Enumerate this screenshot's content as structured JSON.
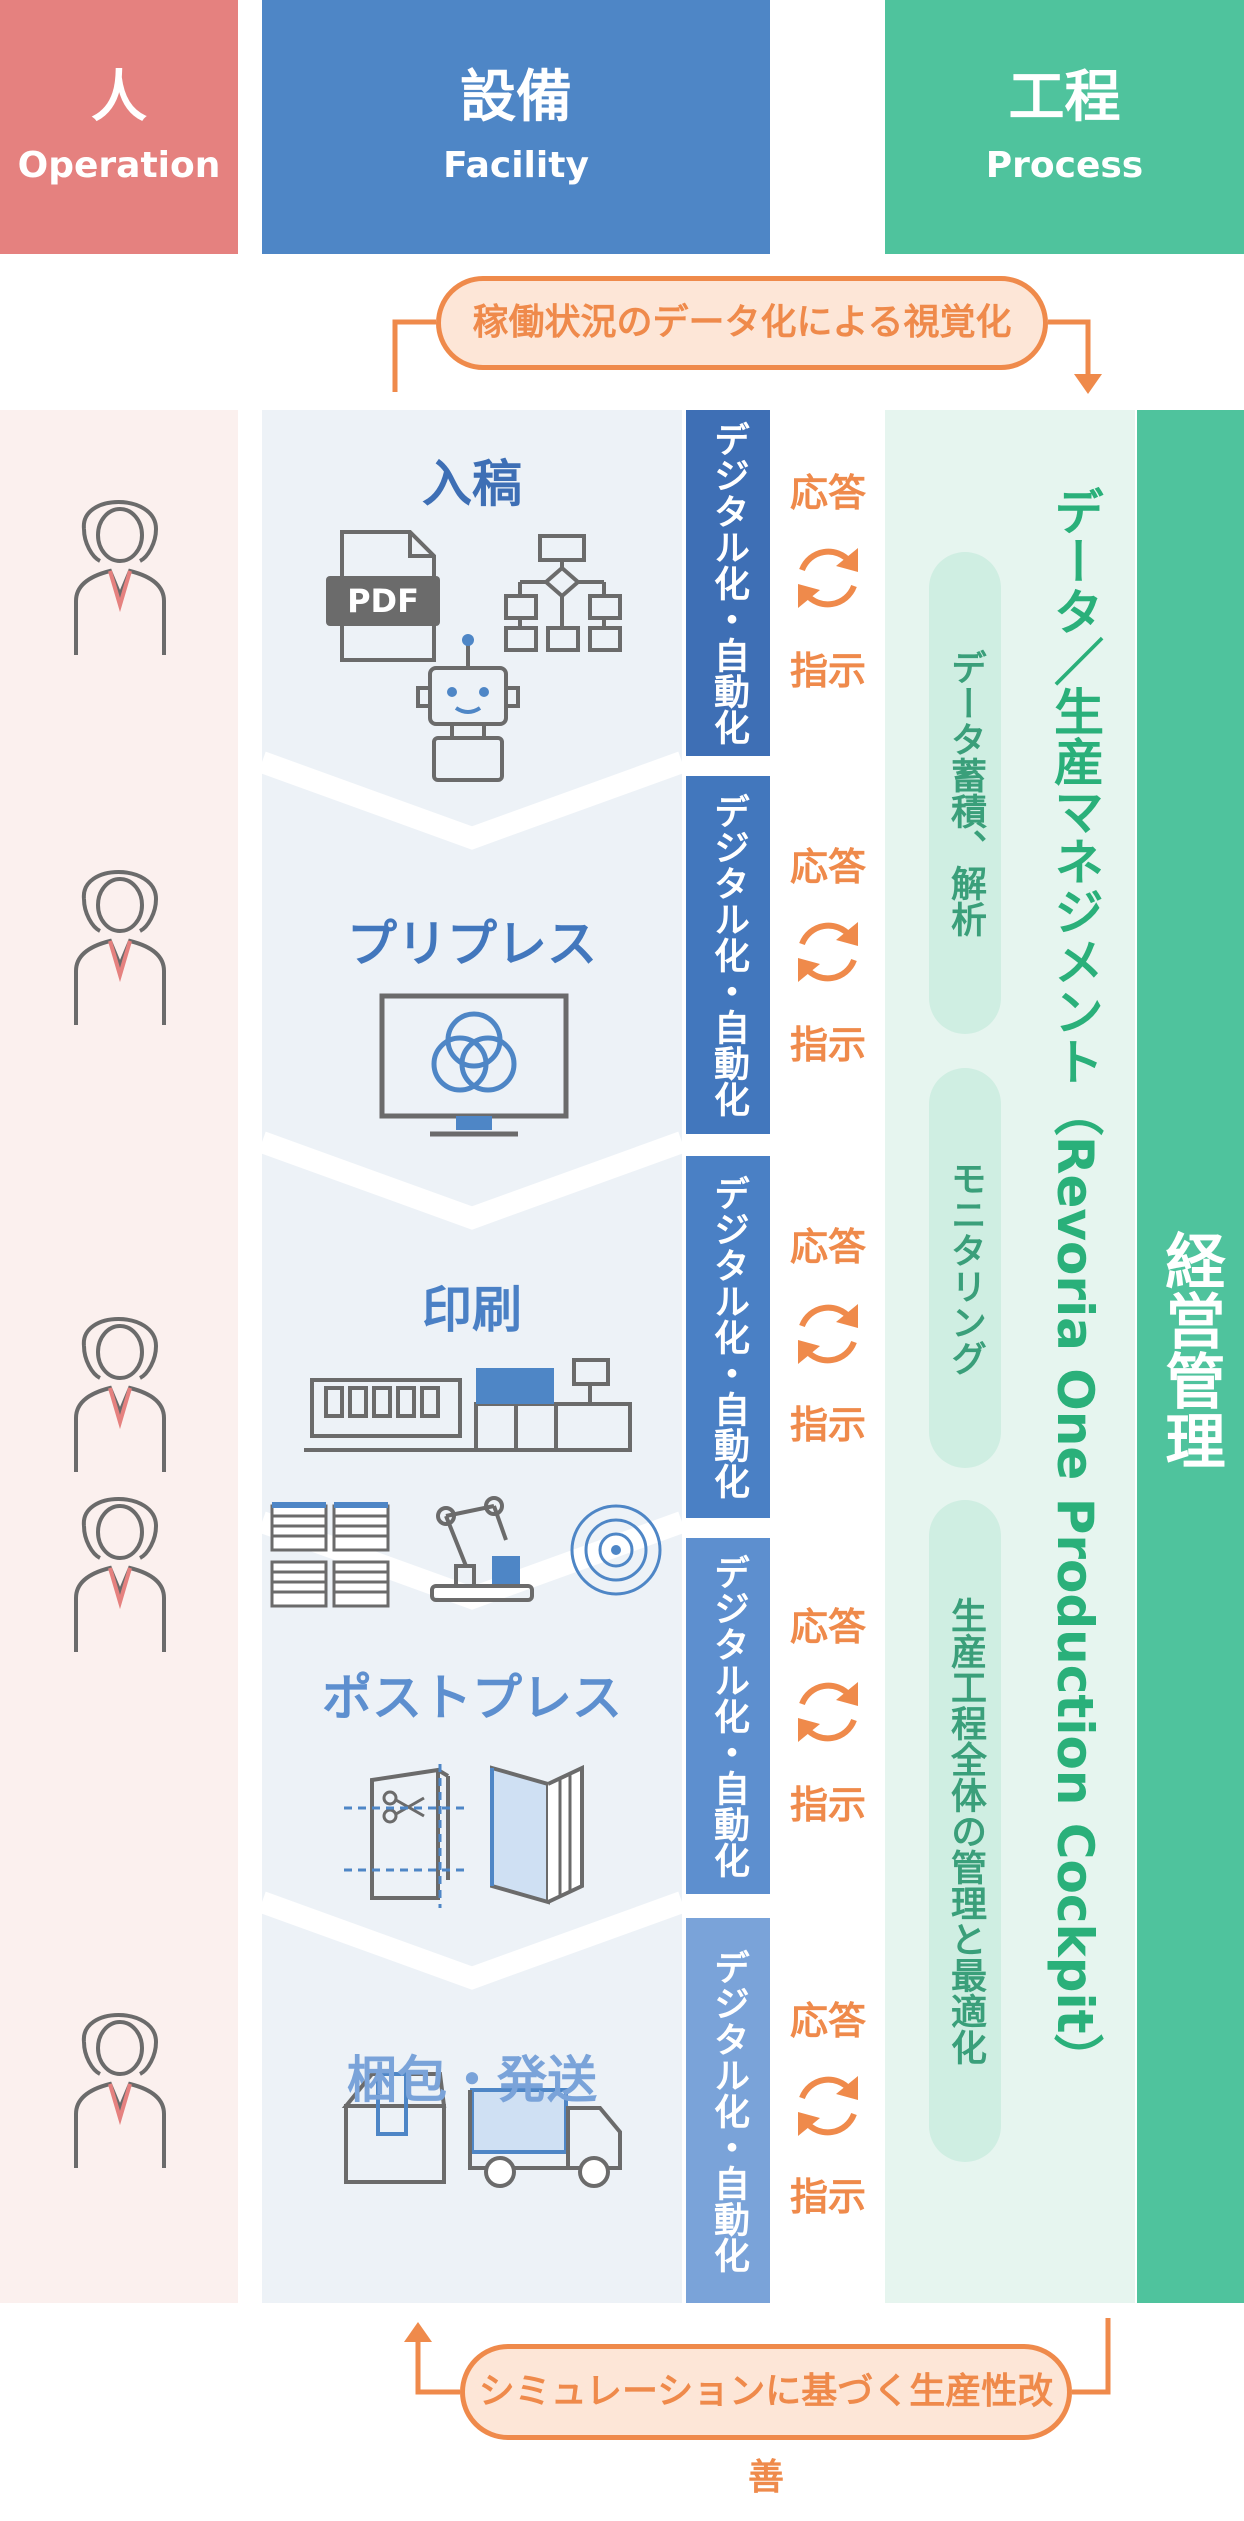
{
  "columns": {
    "operation": {
      "ja": "人",
      "en": "Operation",
      "color": "#e5817f"
    },
    "facility": {
      "ja": "設備",
      "en": "Facility",
      "color": "#4e86c6"
    },
    "process": {
      "ja": "工程",
      "en": "Process",
      "color": "#4fc39d"
    }
  },
  "banners": {
    "top": "稼働状況のデータ化による視覚化",
    "bottom": "シミュレーションに基づく生産性改善"
  },
  "stages": [
    {
      "title": "入稿",
      "digital": "デジタル化・自動化",
      "respond": "応答",
      "instruct": "指示",
      "tab_color": "#3e6fb5"
    },
    {
      "title": "プリプレス",
      "digital": "デジタル化・自動化",
      "respond": "応答",
      "instruct": "指示",
      "tab_color": "#4277bd"
    },
    {
      "title": "印刷",
      "digital": "デジタル化・自動化",
      "respond": "応答",
      "instruct": "指示",
      "tab_color": "#4a80c5"
    },
    {
      "title": "ポストプレス",
      "digital": "デジタル化・自動化",
      "respond": "応答",
      "instruct": "指示",
      "tab_color": "#5d8fcf"
    },
    {
      "title": "梱包・発送",
      "digital": "デジタル化・自動化",
      "respond": "応答",
      "instruct": "指示",
      "tab_color": "#7aa3d9"
    }
  ],
  "icons": {
    "pdf_label": "PDF"
  },
  "data_mgmt": {
    "title": "データ／生産マネジメント",
    "subtitle": "（Revoria One Production Cockpit）",
    "pills": [
      "データ蓄積、解析",
      "モニタリング",
      "生産工程全体の管理と最適化"
    ]
  },
  "management": "経営管理",
  "colors": {
    "orange": "#ef8a4b",
    "green": "#4fc39d",
    "blue": "#4e86c6",
    "pink": "#e5817f"
  }
}
